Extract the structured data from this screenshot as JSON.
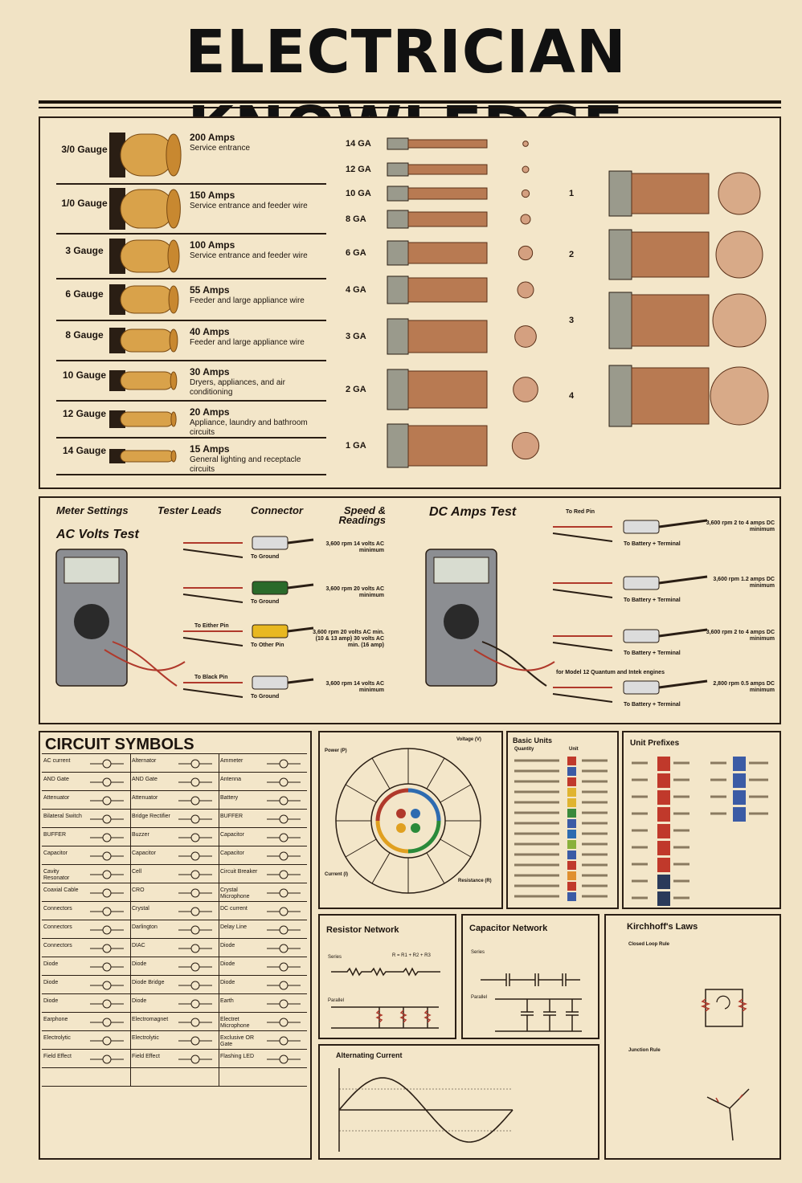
{
  "title": "ELECTRICIAN KNOWLEDGE",
  "gauges": [
    {
      "label": "3/0 Gauge",
      "amps": "200 Amps",
      "use": "Service entrance"
    },
    {
      "label": "1/0 Gauge",
      "amps": "150 Amps",
      "use": "Service entrance and feeder wire"
    },
    {
      "label": "3 Gauge",
      "amps": "100 Amps",
      "use": "Service entrance and feeder wire"
    },
    {
      "label": "6 Gauge",
      "amps": "55 Amps",
      "use": "Feeder and large appliance wire"
    },
    {
      "label": "8 Gauge",
      "amps": "40 Amps",
      "use": "Feeder and large appliance wire"
    },
    {
      "label": "10 Gauge",
      "amps": "30 Amps",
      "use": "Dryers, appliances, and air conditioning"
    },
    {
      "label": "12 Gauge",
      "amps": "20 Amps",
      "use": "Appliance, laundry and bathroom circuits"
    },
    {
      "label": "14 Gauge",
      "amps": "15 Amps",
      "use": "General lighting and receptacle circuits"
    }
  ],
  "ga": [
    "14 GA",
    "12 GA",
    "10 GA",
    "8 GA",
    "6 GA",
    "4 GA",
    "3 GA",
    "2 GA",
    "1 GA"
  ],
  "big": [
    "1",
    "2",
    "3",
    "4"
  ],
  "meter": {
    "headers": [
      "Meter Settings",
      "Tester Leads",
      "Connector",
      "Speed & Readings"
    ],
    "ac_title": "AC Volts Test",
    "dc_title": "DC Amps Test",
    "ac_rows": [
      {
        "pin": "",
        "ground": "To Ground",
        "reading": "3,600 rpm 14 volts AC minimum"
      },
      {
        "pin": "",
        "ground": "To Ground",
        "reading": "3,600 rpm 20 volts AC minimum"
      },
      {
        "pin": "To Either Pin",
        "ground": "To Other Pin",
        "reading": "3,600 rpm 20 volts AC min. (10 & 13 amp) 30 volts AC min. (16 amp)"
      },
      {
        "pin": "To Black Pin",
        "ground": "To Ground",
        "reading": "3,600 rpm 14 volts AC minimum"
      }
    ],
    "dc_rows": [
      {
        "pin": "To Red Pin",
        "ground": "To Battery + Terminal",
        "reading": "3,600 rpm 2 to 4 amps DC minimum"
      },
      {
        "pin": "",
        "ground": "To Battery + Terminal",
        "reading": "3,600 rpm 1.2 amps DC minimum"
      },
      {
        "pin": "",
        "ground": "To Battery + Terminal",
        "reading": "3,600 rpm 2 to 4 amps DC minimum"
      },
      {
        "pin": "for Model 12 Quantum and Intek engines",
        "ground": "To Battery + Terminal",
        "reading": "2,800 rpm 0.5 amps DC minimum"
      }
    ]
  },
  "circuit": {
    "title": "CIRCUIT SYMBOLS",
    "cells": [
      "AC current",
      "Alternator",
      "Ammeter",
      "AND Gate",
      "AND Gate",
      "Antenna",
      "Attenuator",
      "Attenuator",
      "Battery",
      "Bilateral Switch",
      "Bridge Rectifier",
      "BUFFER",
      "BUFFER",
      "Buzzer",
      "Capacitor",
      "Capacitor",
      "Capacitor",
      "Capacitor",
      "Cavity Resonator",
      "Cell",
      "Circuit Breaker",
      "Coaxial Cable",
      "CRO",
      "Crystal Microphone",
      "Connectors",
      "Crystal",
      "DC current",
      "Connectors",
      "Darlington",
      "Delay Line",
      "Connectors",
      "DIAC",
      "Diode",
      "Diode",
      "Diode",
      "Diode",
      "Diode",
      "Diode Bridge",
      "Diode",
      "Diode",
      "Diode",
      "Earth",
      "Earphone",
      "Electromagnet",
      "Electret Microphone",
      "Electrolytic",
      "Electrolytic",
      "Exclusive OR Gate",
      "Field Effect",
      "Field Effect",
      "Flashing LED"
    ]
  },
  "wheel": {
    "labels": [
      "Power (P)",
      "Voltage (V)",
      "Current (I)",
      "Resistance (R)"
    ]
  },
  "basic_units": {
    "title": "Basic Units",
    "col1": "Quantity",
    "col2": "Unit",
    "colors": [
      "#c0392b",
      "#3b5ba5",
      "#c0392b",
      "#e0b430",
      "#e0b430",
      "#3b8a3b",
      "#3b5ba5",
      "#2e6bb0",
      "#8ab03a",
      "#3b5ba5",
      "#c0392b",
      "#e09030",
      "#c0392b",
      "#3b5ba5"
    ]
  },
  "prefixes": {
    "title": "Unit Prefixes",
    "colors1": [
      "#c0392b",
      "#c0392b",
      "#c0392b",
      "#c0392b",
      "#c0392b",
      "#c0392b",
      "#c0392b",
      "#2a3a5a",
      "#2a3a5a"
    ],
    "colors2": [
      "#3b5ba5",
      "#3b5ba5",
      "#3b5ba5",
      "#3b5ba5"
    ]
  },
  "resistor": {
    "title": "Resistor Network",
    "series": "Series",
    "parallel": "Parallel",
    "formula": "R = R1 + R2 + R3"
  },
  "capacitor": {
    "title": "Capacitor Network",
    "series": "Series",
    "parallel": "Parallel"
  },
  "kirchhoff": {
    "title": "Kirchhoff's Laws",
    "loop": "Closed Loop Rule",
    "junction": "Junction Rule"
  },
  "ac": {
    "title": "Alternating Current"
  }
}
